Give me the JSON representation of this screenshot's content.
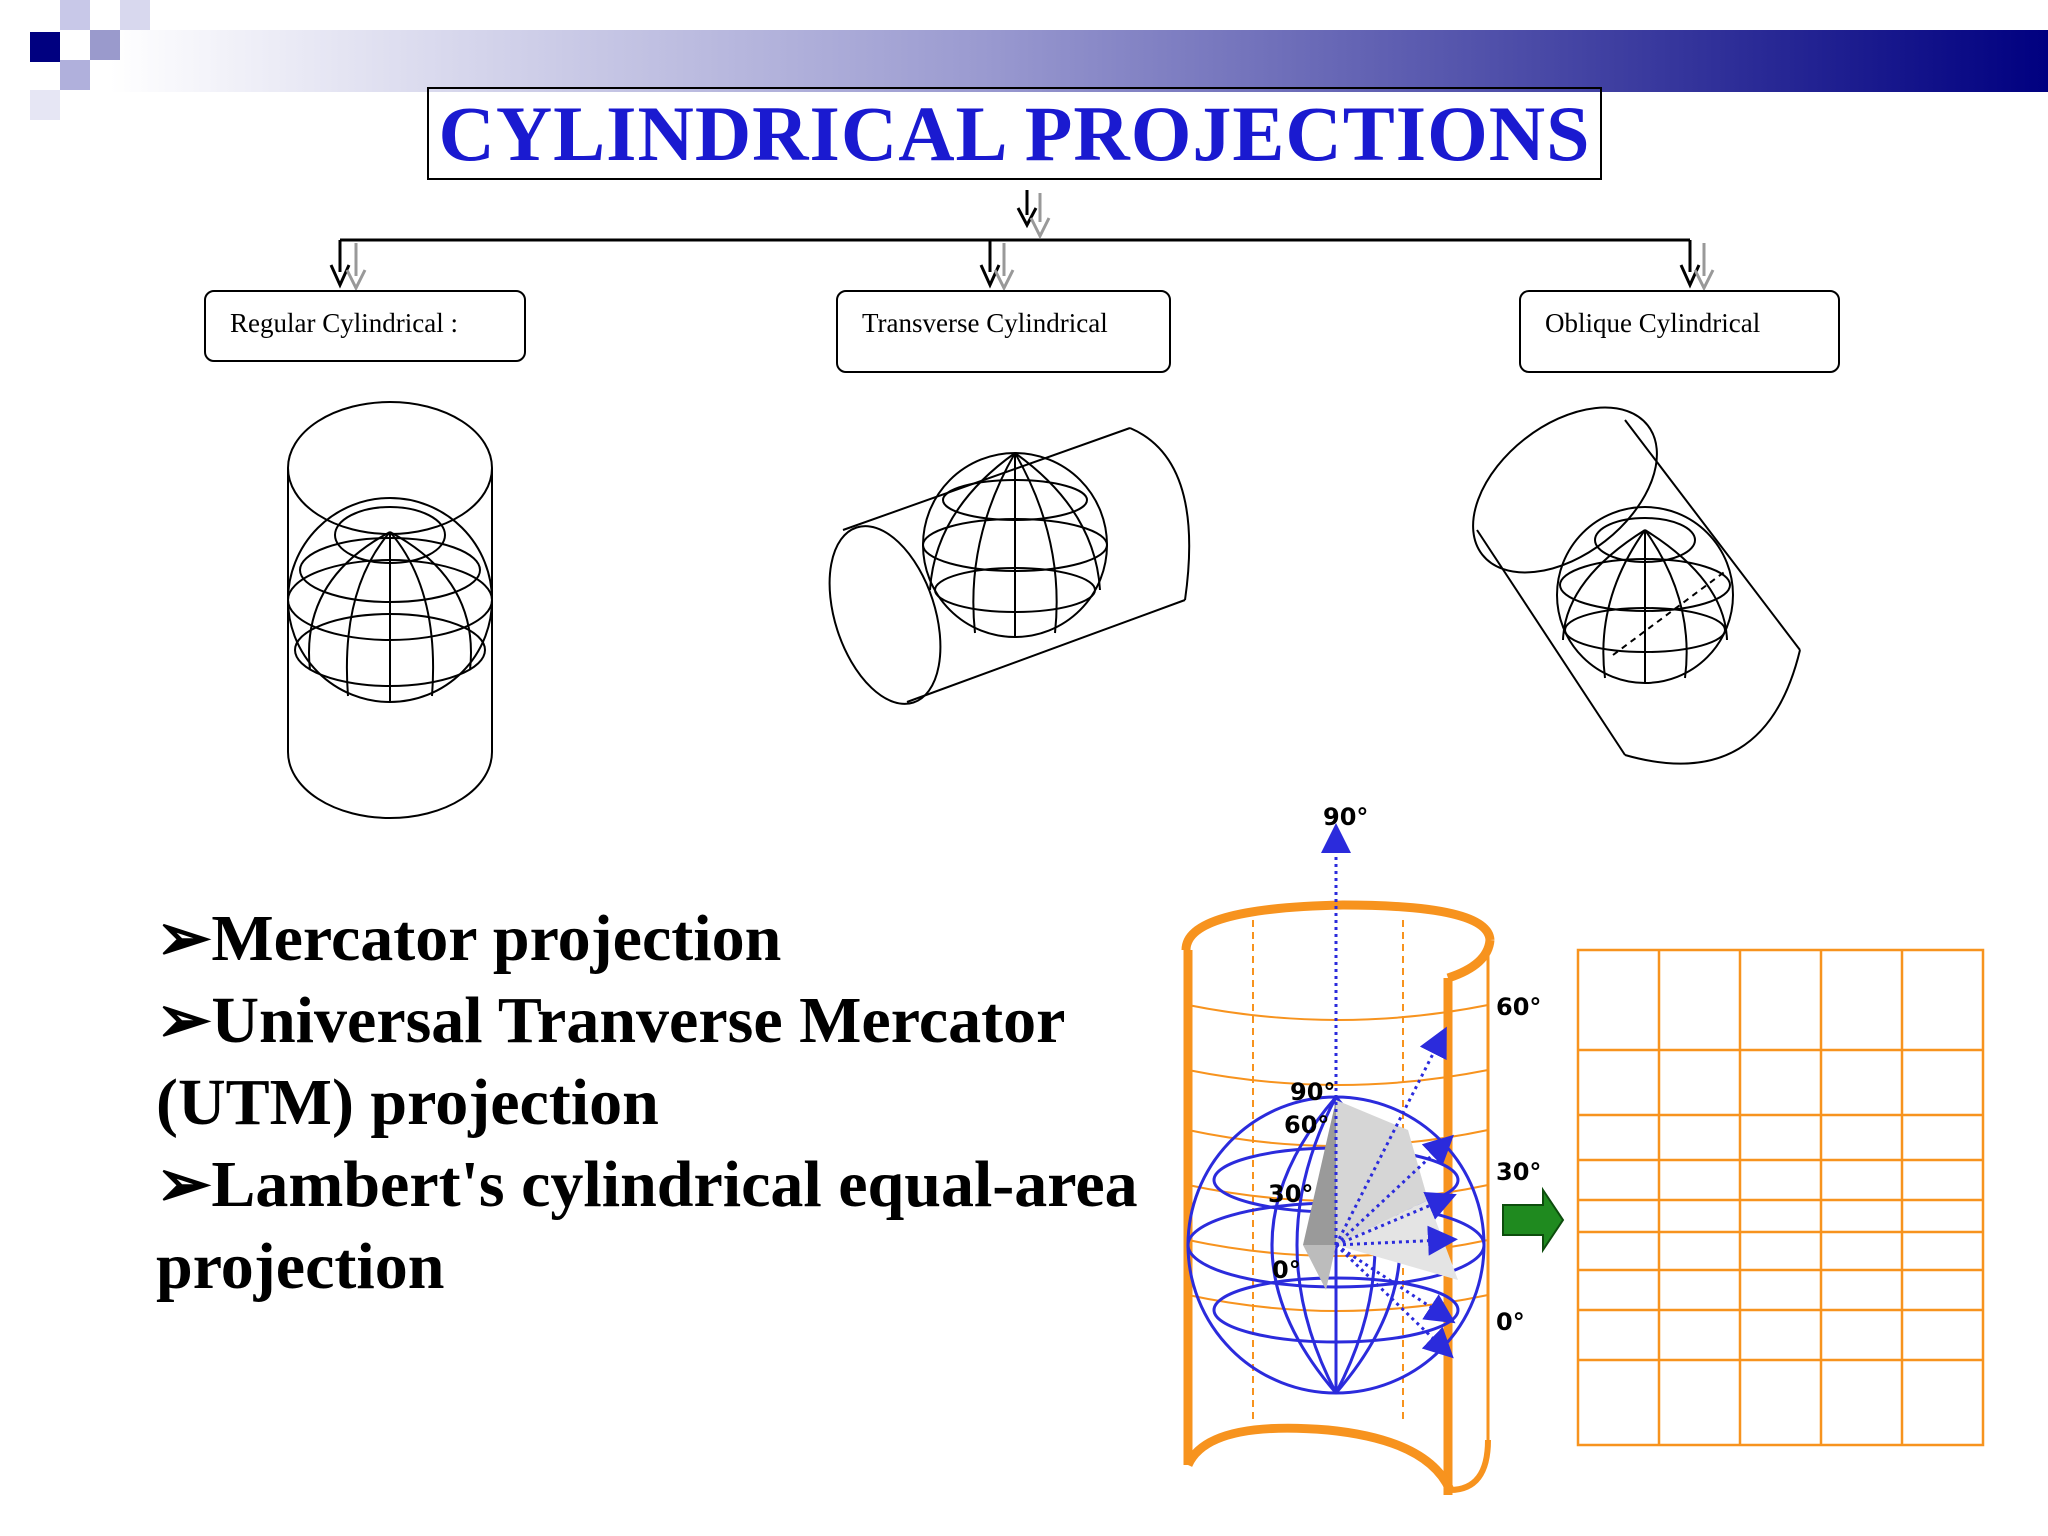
{
  "title": "CYLINDRICAL PROJECTIONS",
  "categories": [
    {
      "label": "Regular Cylindrical :"
    },
    {
      "label": "Transverse Cylindrical"
    },
    {
      "label": "Oblique Cylindrical"
    }
  ],
  "bullets": {
    "marker": "➢",
    "items": [
      {
        "line1": "Mercator projection",
        "line2": ""
      },
      {
        "line1": "Universal Tranverse Mercator",
        "line2": "(UTM) projection"
      },
      {
        "line1": "Lambert's cylindrical equal-area",
        "line2": "projection"
      }
    ]
  },
  "figure_labels": {
    "top_90": "90°",
    "cyl_60": "60°",
    "cyl_30": "30°",
    "cyl_0": "0°",
    "globe_90": "90°",
    "globe_60": "60°",
    "globe_30": "30°",
    "globe_0": "0°"
  },
  "colors": {
    "title": "#1a1ad0",
    "banner_dark": "#000080",
    "cylinder_orange": "#f7931e",
    "globe_blue": "#2b2bdc",
    "arrow_green": "#1f8a1f"
  }
}
